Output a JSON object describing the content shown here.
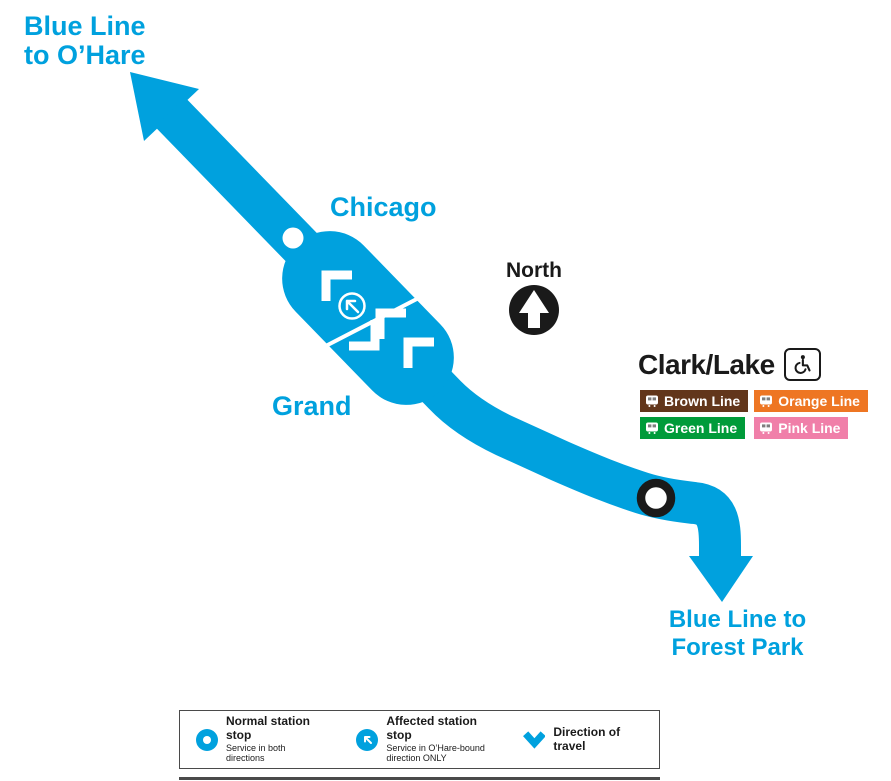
{
  "colors": {
    "blue": "#00A1DE",
    "dark": "#1A1A1A",
    "brown": "#62361B",
    "orange": "#EE7623",
    "green": "#009B3A",
    "pink": "#F07FA9",
    "legend_border": "#4A4A4A"
  },
  "labels": {
    "blue_line_to_ohare": "Blue Line\nto O’Hare",
    "chicago": "Chicago",
    "grand": "Grand",
    "north": "North",
    "blue_line_to_forest_park": "Blue Line to\nForest Park"
  },
  "clark_lake": {
    "title": "Clark/Lake",
    "badges": [
      {
        "label": "Brown Line",
        "icon": "train-icon"
      },
      {
        "label": "Orange Line",
        "icon": "train-icon"
      },
      {
        "label": "Green Line",
        "icon": "train-icon"
      },
      {
        "label": "Pink Line",
        "icon": "train-icon"
      }
    ]
  },
  "legend": {
    "items": [
      {
        "title": "Normal station stop",
        "subtitle": "Service in both directions",
        "icon": "normal-stop-icon"
      },
      {
        "title": "Affected station stop",
        "subtitle": "Service in O’Hare-bound\ndirection ONLY",
        "icon": "affected-stop-icon"
      },
      {
        "title": "Direction of travel",
        "subtitle": "",
        "icon": "direction-of-travel-icon"
      }
    ]
  },
  "icons": {
    "compass": "north-arrow-in-circle",
    "accessible": "wheelchair",
    "train": "train-front",
    "normal_stop": "white-dot-in-blue-circle",
    "affected_stop": "white-arrow-in-blue-circle",
    "direction": "blue-chevron-down"
  }
}
